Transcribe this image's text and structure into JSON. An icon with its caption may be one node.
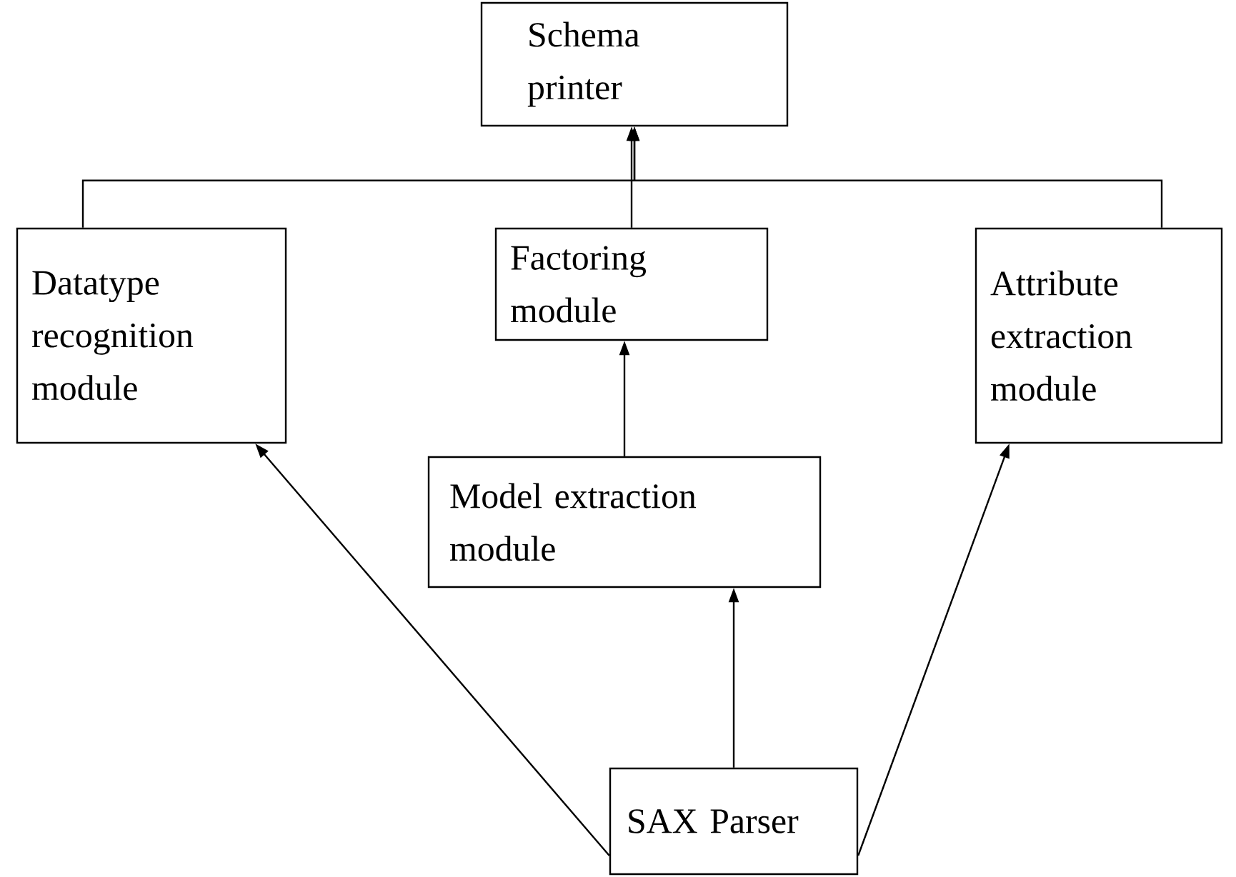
{
  "diagram": {
    "nodes": [
      {
        "text": [
          "Schema printer"
        ]
      },
      {
        "text": [
          "Datatype recognition module"
        ]
      },
      {
        "text": [
          "Factoring module"
        ]
      },
      {
        "text": [
          "Attribute extraction module"
        ]
      },
      {
        "text": [
          "Model extraction module"
        ]
      },
      {
        "text": [
          "SAX Parser"
        ]
      }
    ],
    "edges": [
      {
        "from": 1,
        "to": 0,
        "arrow": "to"
      },
      {
        "from": 3,
        "to": 0,
        "arrow": "to"
      },
      {
        "from": 2,
        "to": 0,
        "arrow": "to"
      },
      {
        "from": 4,
        "to": 2,
        "arrow": "to"
      },
      {
        "from": 5,
        "to": 1,
        "arrow": "to"
      },
      {
        "from": 5,
        "to": 4,
        "arrow": "to"
      },
      {
        "from": 5,
        "to": 3,
        "arrow": "to"
      }
    ]
  }
}
